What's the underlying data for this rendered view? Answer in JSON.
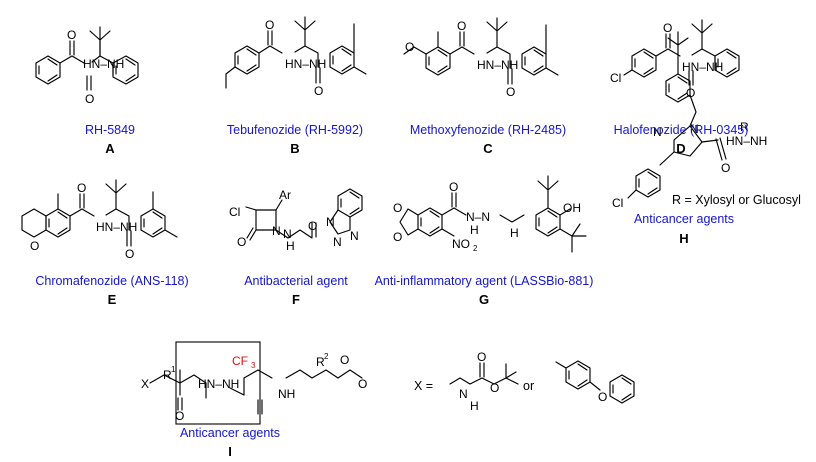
{
  "compounds": {
    "A": {
      "name": "RH-5849",
      "letter": "A"
    },
    "B": {
      "name": "Tebufenozide (RH-5992)",
      "letter": "B"
    },
    "C": {
      "name": "Methoxyfenozide (RH-2485)",
      "letter": "C"
    },
    "D": {
      "name": "Halofenozide (RH-0345)",
      "letter": "D"
    },
    "E": {
      "name": "Chromafenozide (ANS-118)",
      "letter": "E"
    },
    "F": {
      "name": "Antibacterial agent",
      "letter": "F"
    },
    "G": {
      "name": "Anti-inflammatory agent (LASSBio-881)",
      "letter": "G"
    },
    "H": {
      "name": "Anticancer agents",
      "letter": "H",
      "r_definition": "R = Xylosyl or Glucosyl"
    },
    "I": {
      "name": "Anticancer agents",
      "letter": "I",
      "x_definition": "X =",
      "or_text": "or"
    }
  },
  "atoms": {
    "O": "O",
    "N": "N",
    "H": "H",
    "NH": "NH",
    "HN": "HN",
    "Cl": "Cl",
    "OH": "OH",
    "Ar": "Ar",
    "R": "R",
    "X": "X",
    "NO": "NO",
    "two": "2",
    "CF": "CF",
    "three": "3",
    "HNNH": "HN–NH",
    "NN": "N–N",
    "one": "1"
  },
  "colors": {
    "label": "#1515d0",
    "highlight": "#e01010",
    "bond": "#000000"
  }
}
